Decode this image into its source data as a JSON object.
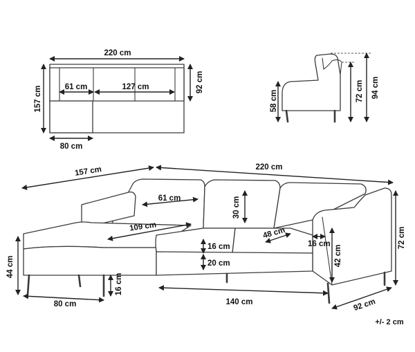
{
  "top_view": {
    "width": "220 cm",
    "depth_left": "157 cm",
    "depth_right": "92 cm",
    "chaise_width": "61 cm",
    "middle_width": "127 cm",
    "chaise_bottom_width": "80 cm"
  },
  "side_view": {
    "total_height": "94 cm",
    "back_height": "72 cm",
    "seat_height": "58 cm"
  },
  "perspective_view": {
    "total_length": "220 cm",
    "chaise_length": "157 cm",
    "backrest_width": "61 cm",
    "backrest_height": "30 cm",
    "chaise_seat_length": "109 cm",
    "seat_cushion_depth": "48 cm",
    "cushion_thickness": "16 cm",
    "arm_thickness": "16 cm",
    "seat_base_height": "20 cm",
    "arm_height": "42 cm",
    "total_height": "72 cm",
    "chaise_height": "44 cm",
    "leg_height": "16 cm",
    "chaise_front_width": "80 cm",
    "seat_front_length": "140 cm",
    "depth": "92 cm"
  },
  "tolerance": "+/- 2 cm"
}
